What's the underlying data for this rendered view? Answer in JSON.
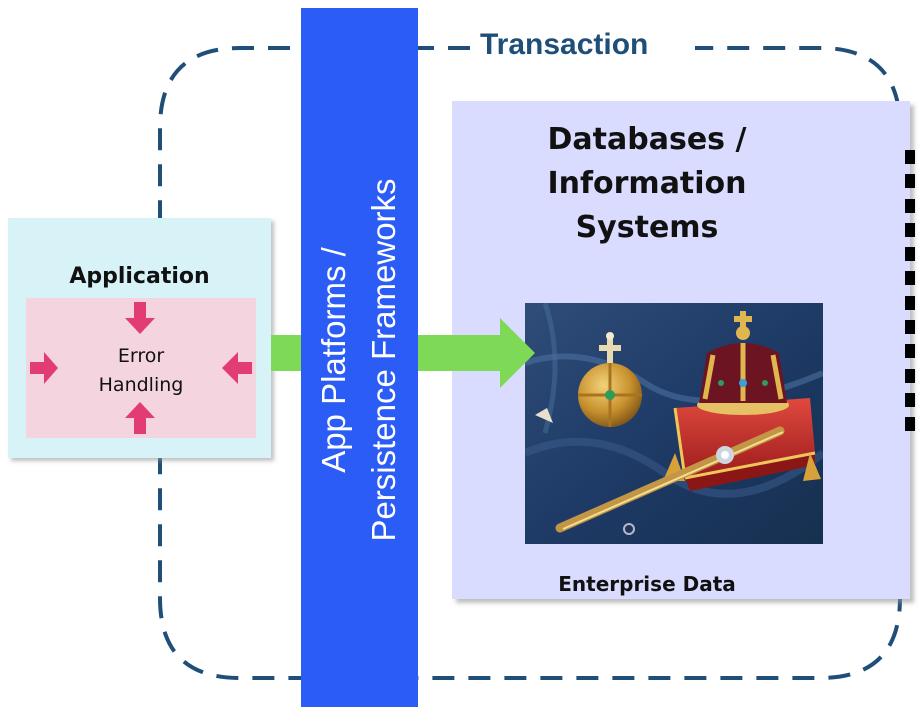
{
  "transaction": {
    "label": "Transaction"
  },
  "databases": {
    "title_lines": [
      "Databases /",
      "Information",
      "Systems"
    ],
    "caption": "Enterprise Data",
    "image": "crown-jewels-photo"
  },
  "application": {
    "title": "Application",
    "error_handling_lines": [
      "Error",
      "Handling"
    ]
  },
  "platform": {
    "lines": [
      "App Platforms /",
      "Persistence Frameworks"
    ]
  },
  "colors": {
    "transaction_border": "#1f4e79",
    "platform_bar": "#2b5cf6",
    "database_panel": "#d9dcff",
    "application_panel": "#d7f3f7",
    "error_box": "#f4d5df",
    "error_arrows": "#e23c74",
    "flow_arrow": "#7ed957"
  }
}
